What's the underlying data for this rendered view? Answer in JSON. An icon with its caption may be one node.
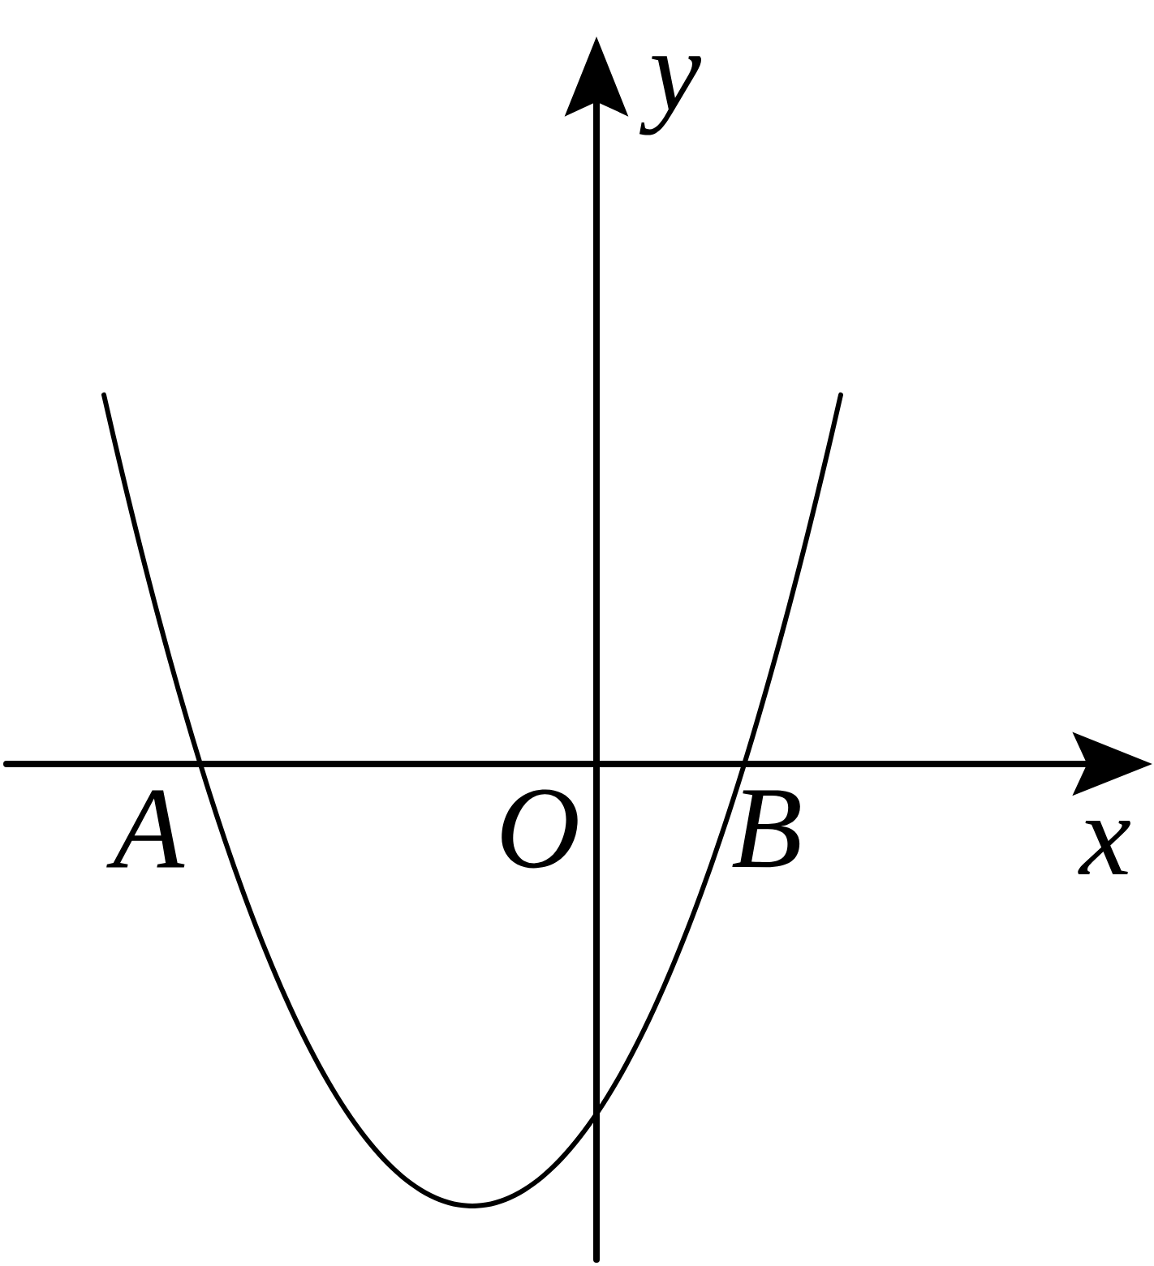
{
  "diagram": {
    "labels": [
      "y",
      "A",
      "O",
      "B",
      "x"
    ]
  }
}
